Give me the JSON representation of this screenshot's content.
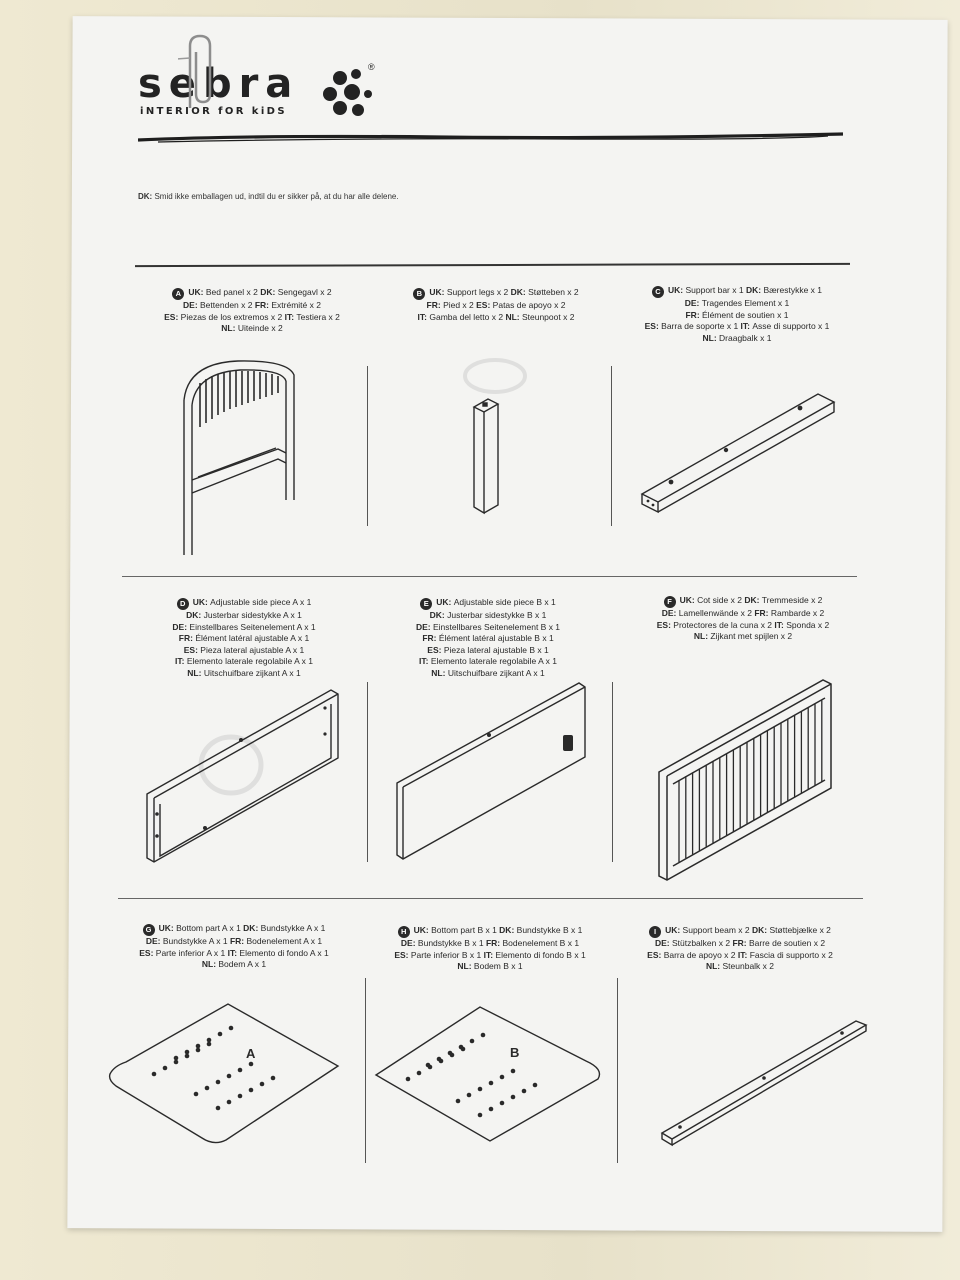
{
  "brand": {
    "name": "sebra",
    "registered": "®",
    "tagline": "iNTERIOR fOR kiDS"
  },
  "dk_note": {
    "lang": "DK:",
    "text": "Smid ikke emballagen ud, indtil du er sikker på, at du har alle delene."
  },
  "parts": [
    {
      "letter": "A",
      "lines": [
        [
          {
            "lang": "UK:",
            "text": "Bed panel x 2"
          },
          {
            "lang": "DK:",
            "text": "Sengegavl x 2"
          }
        ],
        [
          {
            "lang": "DE:",
            "text": "Bettenden x 2"
          },
          {
            "lang": "FR:",
            "text": "Extrémité x 2"
          }
        ],
        [
          {
            "lang": "ES:",
            "text": "Piezas de los extremos x 2"
          },
          {
            "lang": "IT:",
            "text": "Testiera x 2"
          }
        ],
        [
          {
            "lang": "NL:",
            "text": "Uiteinde x 2"
          }
        ]
      ]
    },
    {
      "letter": "B",
      "lines": [
        [
          {
            "lang": "UK:",
            "text": "Support legs x 2"
          },
          {
            "lang": "DK:",
            "text": "Støtteben x 2"
          }
        ],
        [
          {
            "lang": "FR:",
            "text": "Pied x 2"
          },
          {
            "lang": "ES:",
            "text": "Patas de apoyo x 2"
          }
        ],
        [
          {
            "lang": "IT:",
            "text": "Gamba del letto x 2"
          },
          {
            "lang": "NL:",
            "text": "Steunpoot x 2"
          }
        ]
      ]
    },
    {
      "letter": "C",
      "lines": [
        [
          {
            "lang": "UK:",
            "text": "Support bar x 1"
          },
          {
            "lang": "DK:",
            "text": "Bærestykke x 1"
          }
        ],
        [
          {
            "lang": "DE:",
            "text": "Tragendes Element x 1"
          }
        ],
        [
          {
            "lang": "FR:",
            "text": "Élément de soutien x 1"
          }
        ],
        [
          {
            "lang": "ES:",
            "text": "Barra de soporte x 1"
          },
          {
            "lang": "IT:",
            "text": "Asse di supporto x 1"
          }
        ],
        [
          {
            "lang": "NL:",
            "text": "Draagbalk x 1"
          }
        ]
      ]
    },
    {
      "letter": "D",
      "lines": [
        [
          {
            "lang": "UK:",
            "text": "Adjustable side piece A x 1"
          }
        ],
        [
          {
            "lang": "DK:",
            "text": "Justerbar sidestykke A x 1"
          }
        ],
        [
          {
            "lang": "DE:",
            "text": "Einstellbares Seitenelement A x 1"
          }
        ],
        [
          {
            "lang": "FR:",
            "text": "Élément latéral ajustable A x 1"
          }
        ],
        [
          {
            "lang": "ES:",
            "text": "Pieza lateral ajustable A x 1"
          }
        ],
        [
          {
            "lang": "IT:",
            "text": "Elemento laterale regolabile A x 1"
          }
        ],
        [
          {
            "lang": "NL:",
            "text": "Uitschuifbare zijkant A x 1"
          }
        ]
      ]
    },
    {
      "letter": "E",
      "lines": [
        [
          {
            "lang": "UK:",
            "text": "Adjustable side piece B x 1"
          }
        ],
        [
          {
            "lang": "DK:",
            "text": "Justerbar sidestykke B x 1"
          }
        ],
        [
          {
            "lang": "DE:",
            "text": "Einstellbares Seitenelement B x 1"
          }
        ],
        [
          {
            "lang": "FR:",
            "text": "Élément latéral ajustable B x 1"
          }
        ],
        [
          {
            "lang": "ES:",
            "text": "Pieza lateral ajustable B x 1"
          }
        ],
        [
          {
            "lang": "IT:",
            "text": "Elemento laterale regolabile A x 1"
          }
        ],
        [
          {
            "lang": "NL:",
            "text": "Uitschuifbare zijkant A x 1"
          }
        ]
      ]
    },
    {
      "letter": "F",
      "lines": [
        [
          {
            "lang": "UK:",
            "text": "Cot side x 2"
          },
          {
            "lang": "DK:",
            "text": "Tremmeside x 2"
          }
        ],
        [
          {
            "lang": "DE:",
            "text": "Lamellenwände x 2"
          },
          {
            "lang": "FR:",
            "text": "Rambarde x 2"
          }
        ],
        [
          {
            "lang": "ES:",
            "text": "Protectores de la cuna x 2"
          },
          {
            "lang": "IT:",
            "text": "Sponda x 2"
          }
        ],
        [
          {
            "lang": "NL:",
            "text": "Zijkant met spijlen x 2"
          }
        ]
      ]
    },
    {
      "letter": "G",
      "lines": [
        [
          {
            "lang": "UK:",
            "text": "Bottom part A x 1"
          },
          {
            "lang": "DK:",
            "text": "Bundstykke A x 1"
          }
        ],
        [
          {
            "lang": "DE:",
            "text": "Bundstykke A x 1"
          },
          {
            "lang": "FR:",
            "text": "Bodenelement A x 1"
          }
        ],
        [
          {
            "lang": "ES:",
            "text": "Parte inferior A x 1"
          },
          {
            "lang": "IT:",
            "text": "Elemento di fondo A x 1"
          }
        ],
        [
          {
            "lang": "NL:",
            "text": "Bodem A x 1"
          }
        ]
      ]
    },
    {
      "letter": "H",
      "lines": [
        [
          {
            "lang": "UK:",
            "text": "Bottom part B x 1"
          },
          {
            "lang": "DK:",
            "text": "Bundstykke B x 1"
          }
        ],
        [
          {
            "lang": "DE:",
            "text": "Bundstykke B x 1"
          },
          {
            "lang": "FR:",
            "text": "Bodenelement B x 1"
          }
        ],
        [
          {
            "lang": "ES:",
            "text": "Parte inferior B x 1"
          },
          {
            "lang": "IT:",
            "text": "Elemento di fondo B x 1"
          }
        ],
        [
          {
            "lang": "NL:",
            "text": "Bodem B x 1"
          }
        ]
      ]
    },
    {
      "letter": "I",
      "lines": [
        [
          {
            "lang": "UK:",
            "text": "Support beam x 2"
          },
          {
            "lang": "DK:",
            "text": "Støttebjælke x 2"
          }
        ],
        [
          {
            "lang": "DE:",
            "text": "Stützbalken x 2"
          },
          {
            "lang": "FR:",
            "text": "Barre de soutien x 2"
          }
        ],
        [
          {
            "lang": "ES:",
            "text": "Barra de apoyo x 2"
          },
          {
            "lang": "IT:",
            "text": "Fascia di supporto x 2"
          }
        ],
        [
          {
            "lang": "NL:",
            "text": "Steunbalk x 2"
          }
        ]
      ]
    }
  ],
  "board_marks": {
    "g": "A",
    "h": "B"
  },
  "colors": {
    "ink": "#2a2a2a",
    "paper": "#f4f4f2",
    "table": "#e9e3cf"
  }
}
